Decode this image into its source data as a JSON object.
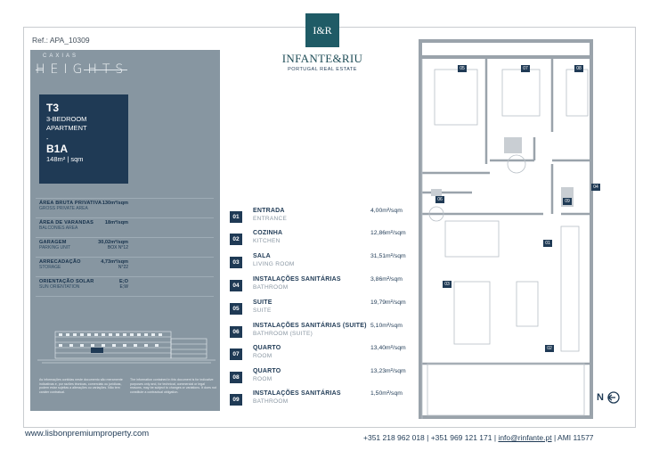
{
  "reference": "Ref.: APA_10309",
  "brand": {
    "small": "CAXIAS",
    "name": "HEIGHTS"
  },
  "unit": {
    "type": "T3",
    "type_desc_1": "3-BEDROOM",
    "type_desc_2": "APARTMENT",
    "dash": "-",
    "code": "B1A",
    "area": "148m² | sqm"
  },
  "attributes": [
    {
      "label": "ÁREA BRUTA PRIVATIVA",
      "sub": "GROSS PRIVATE AREA",
      "value": "130m²/sqm",
      "value_sub": ""
    },
    {
      "label": "ÁREA DE VARANDAS",
      "sub": "BALCONIES AREA",
      "value": "18m²/sqm",
      "value_sub": ""
    },
    {
      "label": "GARAGEM",
      "sub": "PARKING UNIT",
      "value": "30,02m²/sqm",
      "value_sub": "BOX N°12"
    },
    {
      "label": "ARRECADAÇÃO",
      "sub": "STORAGE",
      "value": "4,73m²/sqm",
      "value_sub": "N°22"
    },
    {
      "label": "ORIENTAÇÃO SOLAR",
      "sub": "SUN ORIENTATION",
      "value": "E;O",
      "value_sub": "E;W"
    }
  ],
  "disclaimer_pt": "As informações contidas neste documento são meramente indicativas e, por razões técnicas, comerciais ou jurídicas, podem estar sujeitas a alterações ou variações. Não tem caráter contratual.",
  "disclaimer_en": "The information contained in this document is for indicative purposes only and, for technical, commercial or legal reasons, may be subject to changes or variations. It does not constitute a contractual obligation.",
  "logo": {
    "mark": "I&R",
    "name": "INFANTE&RIU",
    "tagline": "PORTUGAL REAL ESTATE",
    "color": "#1f5b66"
  },
  "rooms": [
    {
      "num": "01",
      "pt": "ENTRADA",
      "en": "ENTRANCE",
      "area": "4,00m²/sqm"
    },
    {
      "num": "02",
      "pt": "COZINHA",
      "en": "KITCHEN",
      "area": "12,86m²/sqm"
    },
    {
      "num": "03",
      "pt": "SALA",
      "en": "LIVING ROOM",
      "area": "31,51m²/sqm"
    },
    {
      "num": "04",
      "pt": "INSTALAÇÕES SANITÁRIAS",
      "en": "BATHROOM",
      "area": "3,86m²/sqm"
    },
    {
      "num": "05",
      "pt": "SUITE",
      "en": "SUITE",
      "area": "19,79m²/sqm"
    },
    {
      "num": "06",
      "pt": "INSTALAÇÕES SANITÁRIAS (SUITE)",
      "en": "BATHROOM (SUITE)",
      "area": "5,10m²/sqm"
    },
    {
      "num": "07",
      "pt": "QUARTO",
      "en": "ROOM",
      "area": "13,40m²/sqm"
    },
    {
      "num": "08",
      "pt": "QUARTO",
      "en": "ROOM",
      "area": "13,23m²/sqm"
    },
    {
      "num": "09",
      "pt": "INSTALAÇÕES SANITÁRIAS",
      "en": "BATHROOM",
      "area": "1,50m²/sqm"
    }
  ],
  "plan_labels": [
    "05",
    "07",
    "08",
    "06",
    "04",
    "09",
    "01",
    "03",
    "02"
  ],
  "compass": "N",
  "footer": {
    "website": "www.lisbonpremiumproperty.com",
    "phones": "+351 218 962 018 | +351 969 121 171 |",
    "email": "info@rinfante.pt",
    "license": "| AMI 11577"
  },
  "colors": {
    "navy": "#1f3a55",
    "panel": "#8796a1",
    "logo": "#1f5b66"
  }
}
